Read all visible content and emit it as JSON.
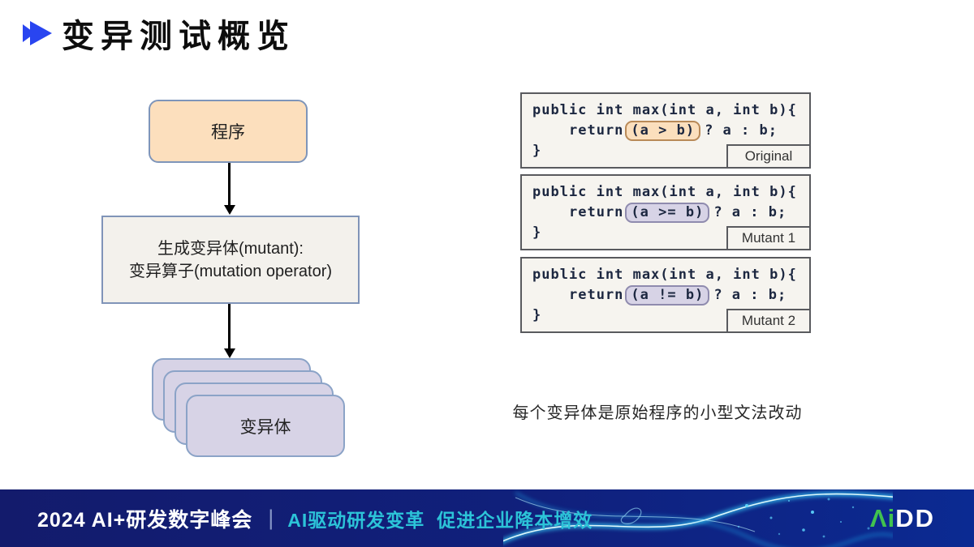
{
  "title": "变异测试概览",
  "flowchart": {
    "program": "程序",
    "generate_line1": "生成变异体(mutant):",
    "generate_line2": "变异算子(mutation operator)",
    "mutant": "变异体"
  },
  "code_panels": [
    {
      "line1": "public int max(int a, int b){",
      "keyword": "return",
      "highlight": "(a > b)",
      "after": "? a : b;",
      "line3": "}",
      "label": "Original"
    },
    {
      "line1": "public int max(int a, int b){",
      "keyword": "return",
      "highlight": "(a >= b)",
      "after": "? a : b;",
      "line3": "}",
      "label": "Mutant 1"
    },
    {
      "line1": "public int max(int a, int b){",
      "keyword": "return",
      "highlight": "(a != b)",
      "after": "? a : b;",
      "line3": "}",
      "label": "Mutant 2"
    }
  ],
  "caption": "每个变异体是原始程序的小型文法改动",
  "footer": {
    "event": "2024 AI+研发数字峰会",
    "separator": "|",
    "slogan_part1": "AI驱动研发变革",
    "slogan_part2": "促进企业",
    "slogan_part3": "降本增效",
    "logo_ai": "Λi",
    "logo_dd": "DD"
  },
  "colors": {
    "title_accent_blue": "#2945F0",
    "program_fill": "#FCDFBD",
    "mutant_fill": "#D7D3E6",
    "flow_border": "#7E95BA",
    "code_bg": "#F6F4EF",
    "highlight_peach": "#FBDFBD",
    "highlight_lavender": "#D7D3E6",
    "footer_navy": "#121A6C",
    "footer_cyan": "#2CC3D8",
    "logo_green": "#41C24F"
  }
}
